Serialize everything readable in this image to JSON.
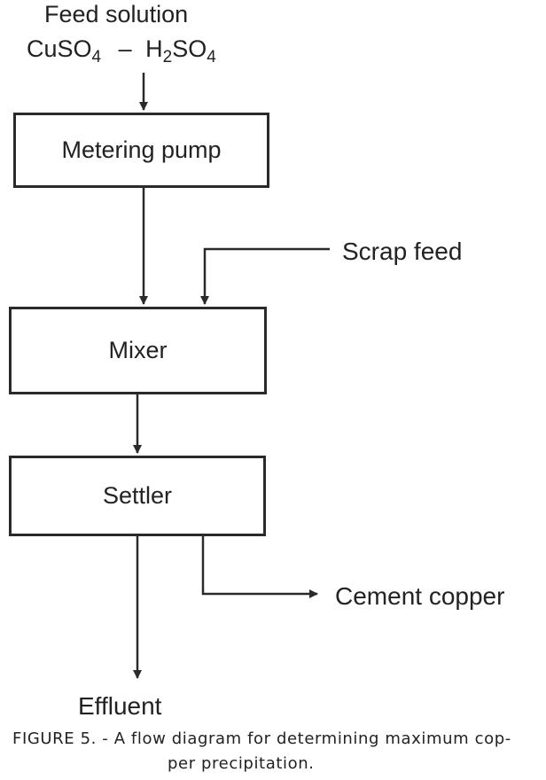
{
  "feed": {
    "title": "Feed solution",
    "formula": {
      "cu": "CuSO",
      "sub4a": "4",
      "dash": "–",
      "h": "H",
      "sub2": "2",
      "so": "SO",
      "sub4b": "4"
    }
  },
  "boxes": {
    "metering_pump": "Metering pump",
    "mixer": "Mixer",
    "settler": "Settler"
  },
  "inputs": {
    "scrap_feed": "Scrap feed"
  },
  "outputs": {
    "cement_copper": "Cement copper",
    "effluent": "Effluent"
  },
  "caption": {
    "line1": "FIGURE 5. - A flow diagram for determining maximum cop-",
    "line2": "per precipitation."
  }
}
